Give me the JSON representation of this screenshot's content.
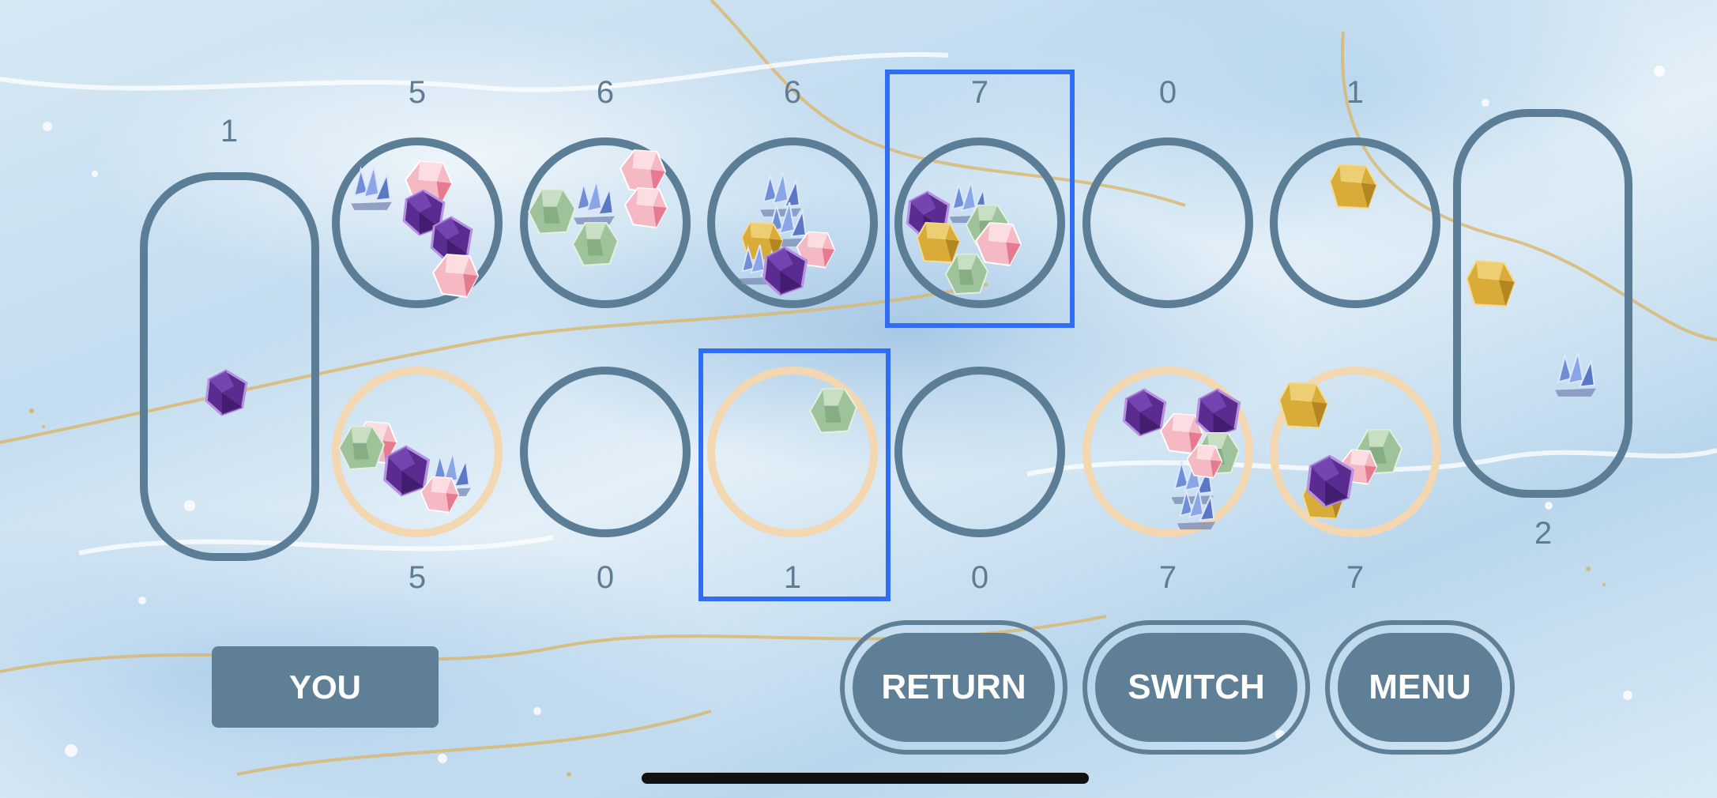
{
  "board": {
    "opponent_pits": [
      "5",
      "6",
      "6",
      "7",
      "0",
      "1"
    ],
    "player_pits": [
      "5",
      "0",
      "1",
      "0",
      "7",
      "7"
    ],
    "left_store": "1",
    "right_store": "2"
  },
  "buttons": {
    "turn_label": "YOU",
    "return_label": "RETURN",
    "switch_label": "SWITCH",
    "menu_label": "MENU"
  },
  "colors": {
    "pit_border": "#5b7d95",
    "player_pit_border": "#f2d7b0",
    "selection": "#2f6ef2",
    "button": "#5f7f97"
  },
  "gem_types": [
    "blue-crystal",
    "pink-gem",
    "purple-gem",
    "green-gem",
    "gold-gem"
  ]
}
